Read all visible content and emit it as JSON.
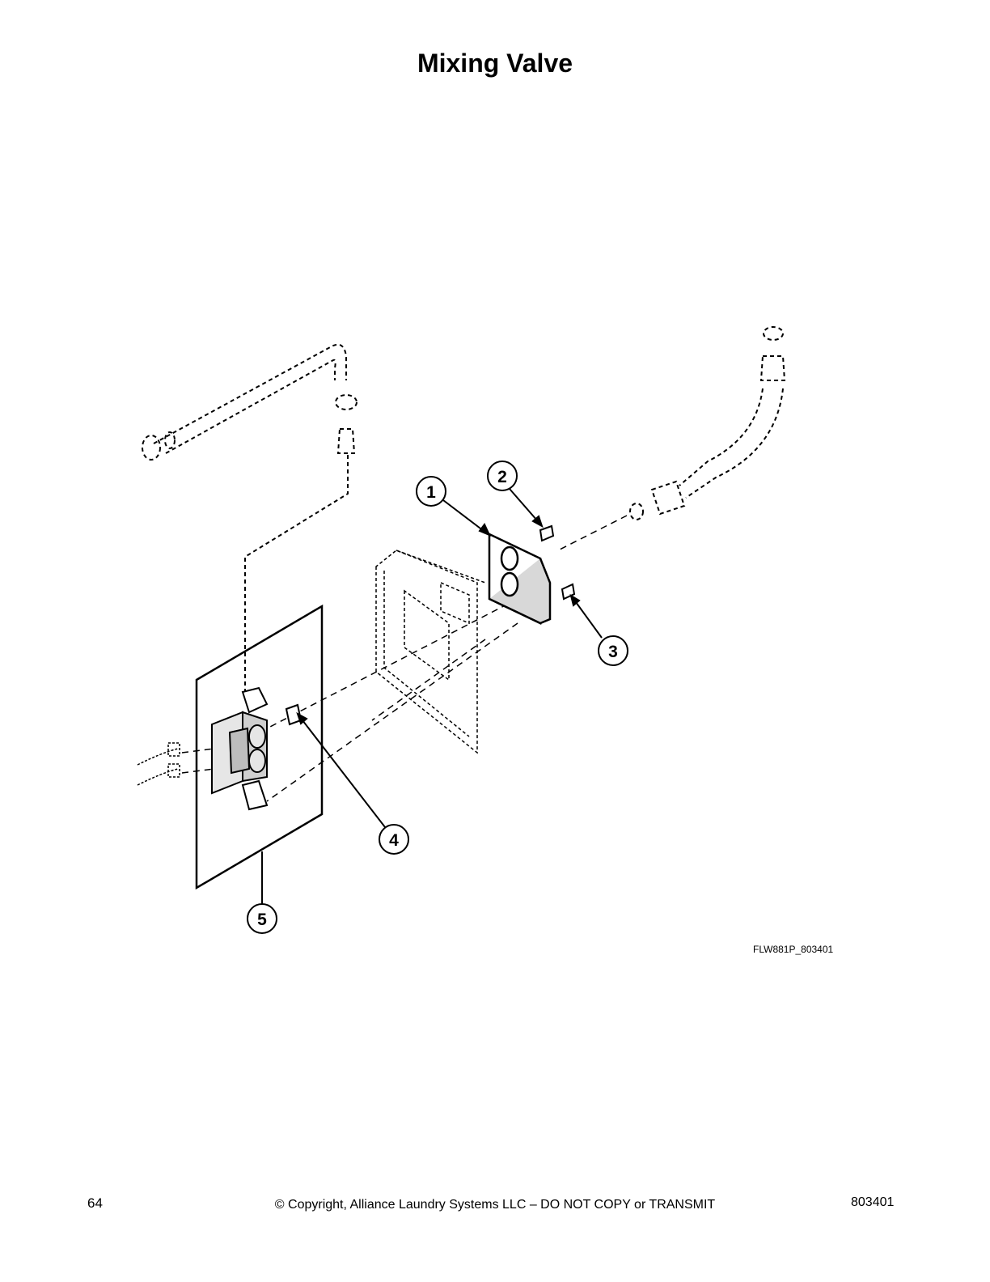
{
  "page": {
    "title": "Mixing Valve",
    "figure_id": "FLW881P_803401",
    "page_number": "64",
    "copyright": "© Copyright, Alliance Laundry Systems LLC – DO NOT COPY or TRANSMIT",
    "doc_number": "803401"
  },
  "callouts": [
    {
      "label": "1"
    },
    {
      "label": "2"
    },
    {
      "label": "3"
    },
    {
      "label": "4"
    },
    {
      "label": "5"
    }
  ]
}
